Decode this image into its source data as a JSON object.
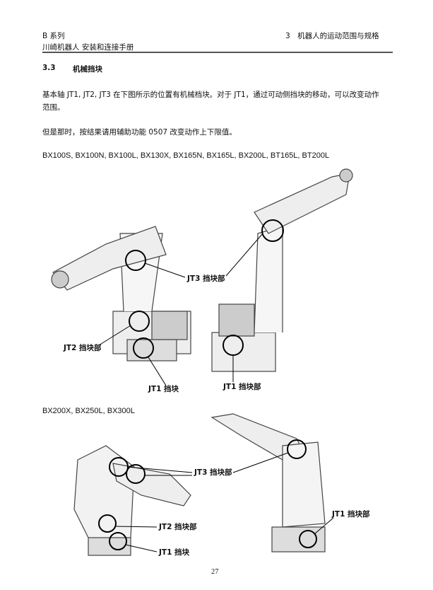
{
  "header": {
    "series": "B 系列",
    "manual_title": "川崎机器人 安装和连接手册",
    "chapter": "3　机器人的运动范围与规格"
  },
  "section": {
    "number": "3.3",
    "title": "机械挡块"
  },
  "paragraphs": [
    "基本轴 JT1, JT2, JT3 在下图所示的位置有机械档块。对于 JT1，通过可动侧挡块的移动，可以改变动作",
    "范围。",
    "但是那时，按结果请用辅助功能 0507 改变动作上下限值。"
  ],
  "figures": [
    {
      "models": "BX100S, BX100N, BX100L, BX130X, BX165N, BX165L, BX200L, BT165L, BT200L",
      "labels": {
        "jt3": "JT3 挡块部",
        "jt2": "JT2 挡块部",
        "jt1_left": "JT1 挡块",
        "jt1_right": "JT1 挡块部"
      }
    },
    {
      "models": "BX200X, BX250L, BX300L",
      "labels": {
        "jt3": "JT3 挡块部",
        "jt2": "JT2 挡块部",
        "jt1_left": "JT1 挡块",
        "jt1_right": "JT1 挡块部"
      }
    }
  ],
  "page_number": "27"
}
